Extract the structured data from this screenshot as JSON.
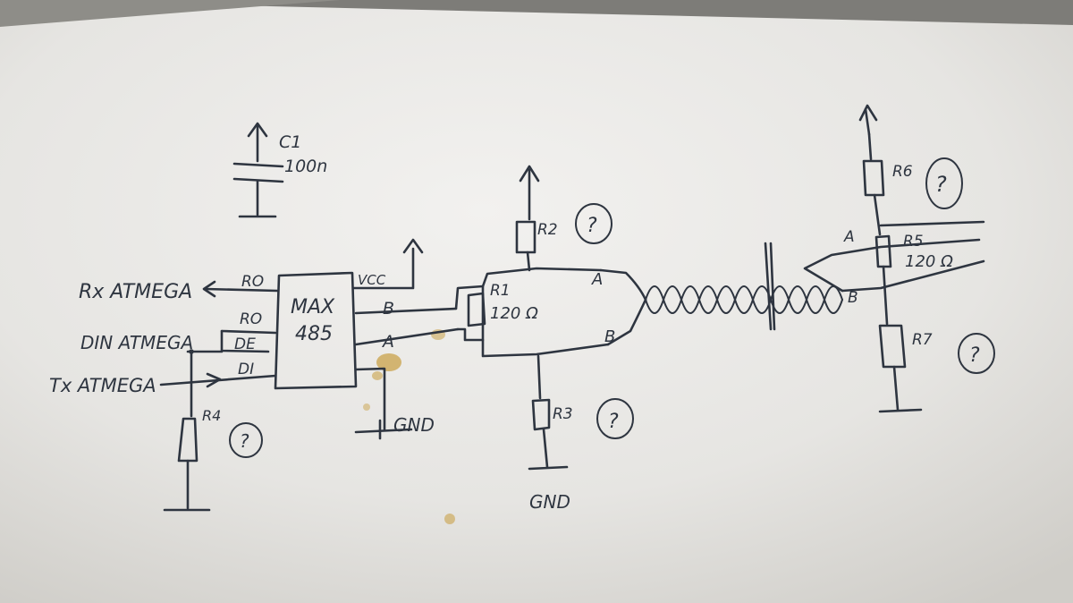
{
  "signals": {
    "rx": "Rx ATMEGA",
    "din": "DIN ATMEGA",
    "tx": "Tx ATMEGA"
  },
  "ic": {
    "name_line1": "MAX",
    "name_line2": "485",
    "pin_ro_top": "RO",
    "pin_ro": "RO",
    "pin_de": "DE",
    "pin_di": "DI",
    "pin_vcc": "VCC",
    "pin_b": "B",
    "pin_a": "A"
  },
  "capacitor": {
    "ref": "C1",
    "value": "100n"
  },
  "resistors": {
    "r1_ref": "R1",
    "r1_value": "120 Ω",
    "r2_ref": "R2",
    "r3_ref": "R3",
    "r4_ref": "R4",
    "r5_ref": "R5",
    "r5_value": "120 Ω",
    "r6_ref": "R6",
    "r7_ref": "R7"
  },
  "unknown_mark": "?",
  "bus": {
    "a_left": "A",
    "b_left": "B",
    "a_right": "A",
    "b_right": "B"
  },
  "ground": {
    "gnd_ic": "GND",
    "gnd_bottom": "GND"
  },
  "colors": {
    "paper": "#eceae6",
    "ink": "#2e3540",
    "stain": "#c9a24a"
  }
}
